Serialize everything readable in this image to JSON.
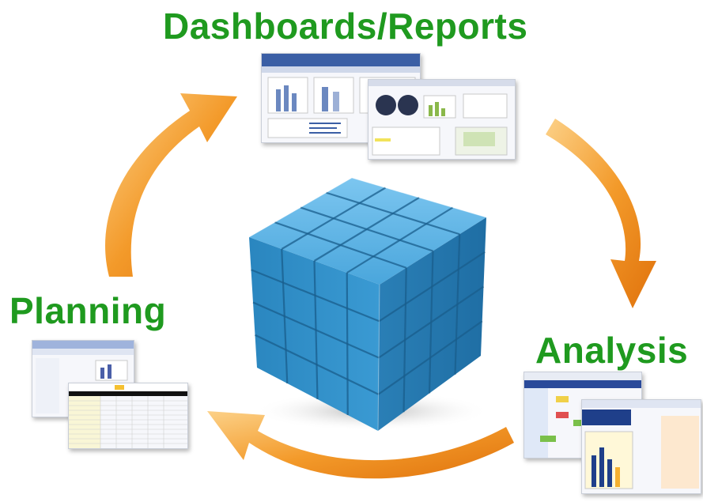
{
  "labels": {
    "dashboards_reports": "Dashboards/Reports",
    "planning": "Planning",
    "analysis": "Analysis"
  },
  "colors": {
    "label_green": "#1f9a1f",
    "arrow_orange": "#f08c1e",
    "arrow_light": "#fbc56b",
    "cube_blue": "#2f8fc6",
    "cube_top": "#5bb3e6",
    "cube_dark": "#1c6a9c"
  },
  "icons": [
    "circular-arrow",
    "olap-cube",
    "dashboard-screenshot",
    "spreadsheet-screenshot",
    "analysis-screenshot"
  ]
}
